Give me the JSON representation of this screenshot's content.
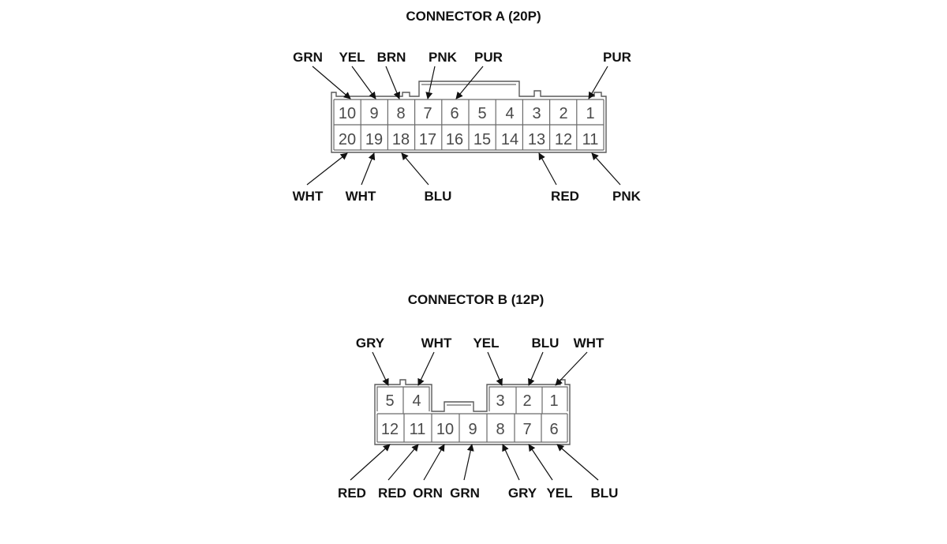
{
  "connectors": [
    {
      "title": "CONNECTOR A (20P)",
      "rows": [
        [
          "10",
          "9",
          "8",
          "7",
          "6",
          "5",
          "4",
          "3",
          "2",
          "1"
        ],
        [
          "20",
          "19",
          "18",
          "17",
          "16",
          "15",
          "14",
          "13",
          "12",
          "11"
        ]
      ],
      "wires_top": [
        {
          "label": "GRN",
          "pin": "10"
        },
        {
          "label": "YEL",
          "pin": "9"
        },
        {
          "label": "BRN",
          "pin": "8"
        },
        {
          "label": "PNK",
          "pin": "7"
        },
        {
          "label": "PUR",
          "pin": "6"
        },
        {
          "label": "PUR",
          "pin": "1"
        }
      ],
      "wires_bottom": [
        {
          "label": "WHT",
          "pin": "20"
        },
        {
          "label": "WHT",
          "pin": "19"
        },
        {
          "label": "BLU",
          "pin": "18"
        },
        {
          "label": "RED",
          "pin": "13"
        },
        {
          "label": "PNK",
          "pin": "11"
        }
      ]
    },
    {
      "title": "CONNECTOR B (12P)",
      "rows": [
        [
          "5",
          "4",
          "",
          "",
          "3",
          "2",
          "1"
        ],
        [
          "12",
          "11",
          "10",
          "9",
          "8",
          "7",
          "6"
        ]
      ],
      "wires_top": [
        {
          "label": "GRY",
          "pin": "5"
        },
        {
          "label": "WHT",
          "pin": "4"
        },
        {
          "label": "YEL",
          "pin": "3"
        },
        {
          "label": "BLU",
          "pin": "2"
        },
        {
          "label": "WHT",
          "pin": "1"
        }
      ],
      "wires_bottom": [
        {
          "label": "RED",
          "pin": "12"
        },
        {
          "label": "RED",
          "pin": "11"
        },
        {
          "label": "ORN",
          "pin": "10"
        },
        {
          "label": "GRN",
          "pin": "9"
        },
        {
          "label": "GRY",
          "pin": "8"
        },
        {
          "label": "YEL",
          "pin": "7"
        },
        {
          "label": "BLU",
          "pin": "6"
        }
      ]
    }
  ]
}
